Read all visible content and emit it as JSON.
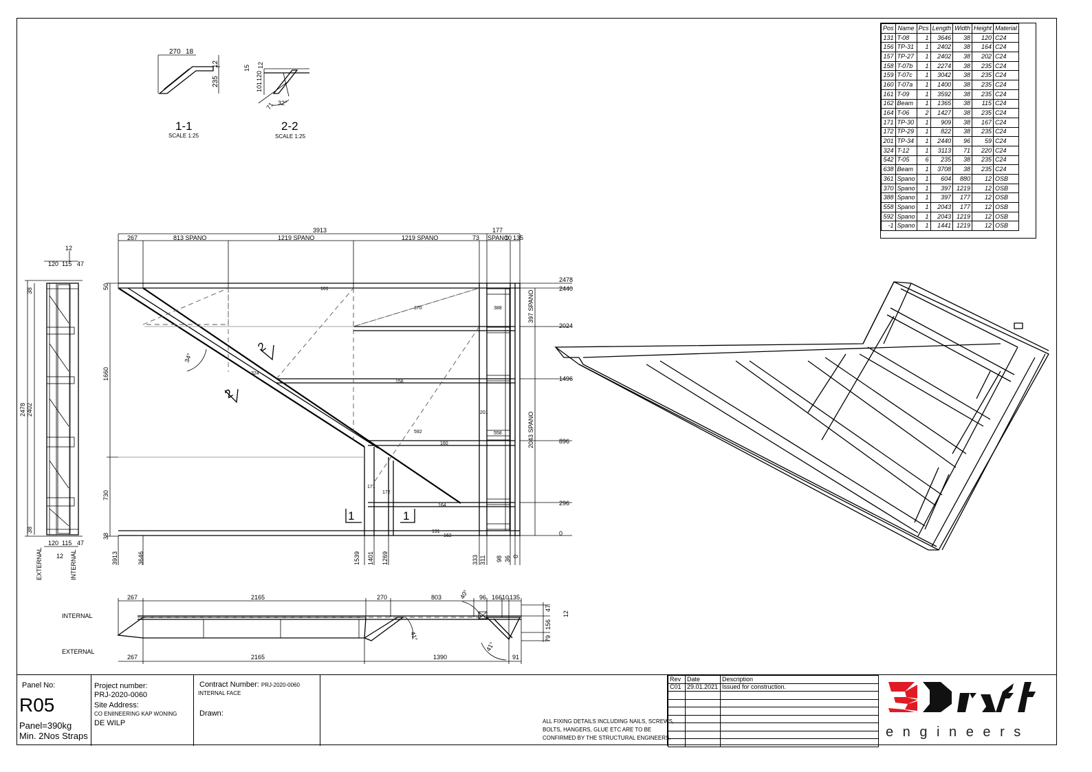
{
  "sections": {
    "s11": {
      "label": "1-1",
      "scale": "SCALE 1:25",
      "dims": [
        "270",
        "18",
        "12",
        "235"
      ]
    },
    "s22": {
      "label": "2-2",
      "scale": "SCALE 1:25",
      "dims": [
        "15",
        "12",
        "101",
        "120",
        "32°",
        "71"
      ]
    }
  },
  "elevation": {
    "top_dims": [
      "267",
      "813 SPANO",
      "1219 SPANO",
      "1219 SPANO",
      "73",
      "SPANO",
      "10",
      "135"
    ],
    "overall_top": "3913",
    "top_177": "177",
    "right_levels": [
      "2478",
      "2440",
      "2024",
      "1496",
      "896",
      "296",
      "0"
    ],
    "right_spano": [
      "397 SPANO",
      "2043 SPANO"
    ],
    "left_dims": [
      "50",
      "1660",
      "730",
      "38"
    ],
    "bottom_dims": [
      "3913",
      "3646",
      "1539",
      "1401",
      "1269",
      "333",
      "311",
      "98",
      "36",
      "0"
    ],
    "angle": "34°",
    "part_tags": [
      "161",
      "370",
      "388",
      "324",
      "158",
      "201",
      "592",
      "160",
      "558",
      "171",
      "172",
      "164",
      "162",
      "131"
    ],
    "section_marks": [
      "2",
      "2",
      "1",
      "1"
    ]
  },
  "side_view": {
    "top_dims": [
      "12",
      "120",
      "115",
      "47"
    ],
    "bottom_dims": [
      "120",
      "115",
      "47",
      "12"
    ],
    "height_dims": [
      "2478",
      "2402",
      "38",
      "38"
    ],
    "labels": [
      "EXTERNAL",
      "INTERNAL"
    ]
  },
  "plan_view": {
    "top_dims": [
      "267",
      "2165",
      "270",
      "803",
      "40°",
      "96",
      "166",
      "10",
      "135"
    ],
    "bottom_dims": [
      "267",
      "2165",
      "1390",
      "91"
    ],
    "right_dims": [
      "47",
      "12",
      "156",
      "79"
    ],
    "angles": [
      "41°",
      "41°"
    ],
    "labels": [
      "INTERNAL",
      "EXTERNAL"
    ]
  },
  "parts_table": {
    "headers": [
      "Pos",
      "Name",
      "Pcs",
      "Length",
      "Width",
      "Height",
      "Material"
    ],
    "rows": [
      [
        "131",
        "T-08",
        "1",
        "3646",
        "38",
        "120",
        "C24"
      ],
      [
        "156",
        "TP-31",
        "1",
        "2402",
        "38",
        "164",
        "C24"
      ],
      [
        "157",
        "TP-27",
        "1",
        "2402",
        "38",
        "202",
        "C24"
      ],
      [
        "158",
        "T-07b",
        "1",
        "2274",
        "38",
        "235",
        "C24"
      ],
      [
        "159",
        "T-07c",
        "1",
        "3042",
        "38",
        "235",
        "C24"
      ],
      [
        "160",
        "T-07a",
        "1",
        "1400",
        "38",
        "235",
        "C24"
      ],
      [
        "161",
        "T-09",
        "1",
        "3592",
        "38",
        "235",
        "C24"
      ],
      [
        "162",
        "Beam",
        "1",
        "1365",
        "38",
        "115",
        "C24"
      ],
      [
        "164",
        "T-06",
        "2",
        "1427",
        "38",
        "235",
        "C24"
      ],
      [
        "171",
        "TP-30",
        "1",
        "909",
        "38",
        "167",
        "C24"
      ],
      [
        "172",
        "TP-29",
        "1",
        "822",
        "38",
        "235",
        "C24"
      ],
      [
        "201",
        "TP-34",
        "1",
        "2440",
        "96",
        "59",
        "C24"
      ],
      [
        "324",
        "T-12",
        "1",
        "3113",
        "71",
        "220",
        "C24"
      ],
      [
        "542",
        "T-05",
        "6",
        "235",
        "38",
        "235",
        "C24"
      ],
      [
        "638",
        "Beam",
        "1",
        "3708",
        "38",
        "235",
        "C24"
      ],
      [
        "361",
        "Spano",
        "1",
        "604",
        "880",
        "12",
        "OSB"
      ],
      [
        "370",
        "Spano",
        "1",
        "397",
        "1219",
        "12",
        "OSB"
      ],
      [
        "388",
        "Spano",
        "1",
        "397",
        "177",
        "12",
        "OSB"
      ],
      [
        "558",
        "Spano",
        "1",
        "2043",
        "177",
        "12",
        "OSB"
      ],
      [
        "592",
        "Spano",
        "1",
        "2043",
        "1219",
        "12",
        "OSB"
      ],
      [
        "-1",
        "Spano",
        "1",
        "1441",
        "1219",
        "12",
        "OSB"
      ]
    ]
  },
  "title_block": {
    "panel_no_label": "Panel No:",
    "panel_no": "R05",
    "panel_weight": "Panel=390kg",
    "straps": "Min. 2Nos Straps",
    "project_label": "Project number:",
    "project_number": "PRJ-2020-0060",
    "site_label": "Site Address:",
    "site_line1": "CO ENIINEERING KAP WONING",
    "site_line2": "DE WILP",
    "contract_label": "Contract Number:",
    "contract_number": "PRJ-2020-0060",
    "face": "INTERNAL FACE",
    "drawn_label": "Drawn:",
    "note_line1": "ALL FIXING DETAILS INCLUDING NAILS, SCREWS,",
    "note_line2": "BOLTS, HANGERS, GLUE ETC ARE TO BE",
    "note_line3": "CONFIRMED BY THE STRUCTURAL ENGINEERS.",
    "rev_headers": [
      "Rev",
      "Date",
      "Description"
    ],
    "rev_rows": [
      [
        "C01",
        "29.01.2021",
        "Issued for construction."
      ]
    ],
    "logo_main": "3Draft",
    "logo_sub": "e n g i n e e r s",
    "logo_color": "#e01b24"
  }
}
